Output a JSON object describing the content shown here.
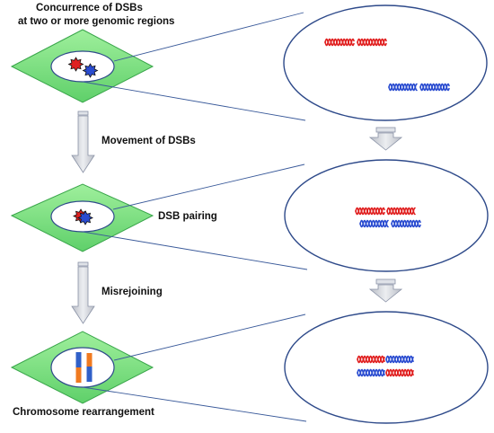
{
  "labels": {
    "title_line1": "Concurrence of DSBs",
    "title_line2": "at two or more genomic regions",
    "step1": "Movement of DSBs",
    "stage2": "DSB pairing",
    "step2": "Misrejoining",
    "final": "Chromosome rearrangement"
  },
  "colors": {
    "diamond_fill": "#79e07a",
    "diamond_edge": "#3aa64b",
    "ellipse_stroke": "#2e4a8a",
    "connector_line": "#3a5a9a",
    "arrow_fill": "#cdd0d6",
    "arrow_edge": "#8a92a6",
    "strand_red": "#e02020",
    "strand_blue": "#2a4cd0",
    "chromosome_blue": "#3060c8",
    "chromosome_orange": "#f07a20"
  }
}
